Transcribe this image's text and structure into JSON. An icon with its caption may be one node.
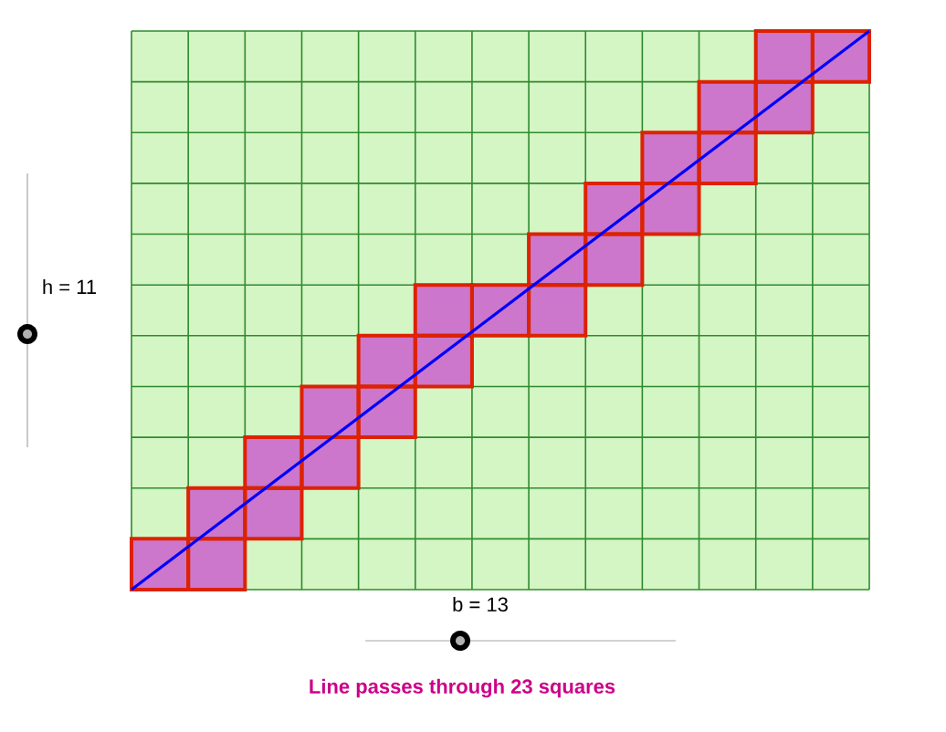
{
  "diagram": {
    "caption": "Line passes through 23 squares",
    "labels": [
      "h = 11",
      "b = 13"
    ]
  }
}
